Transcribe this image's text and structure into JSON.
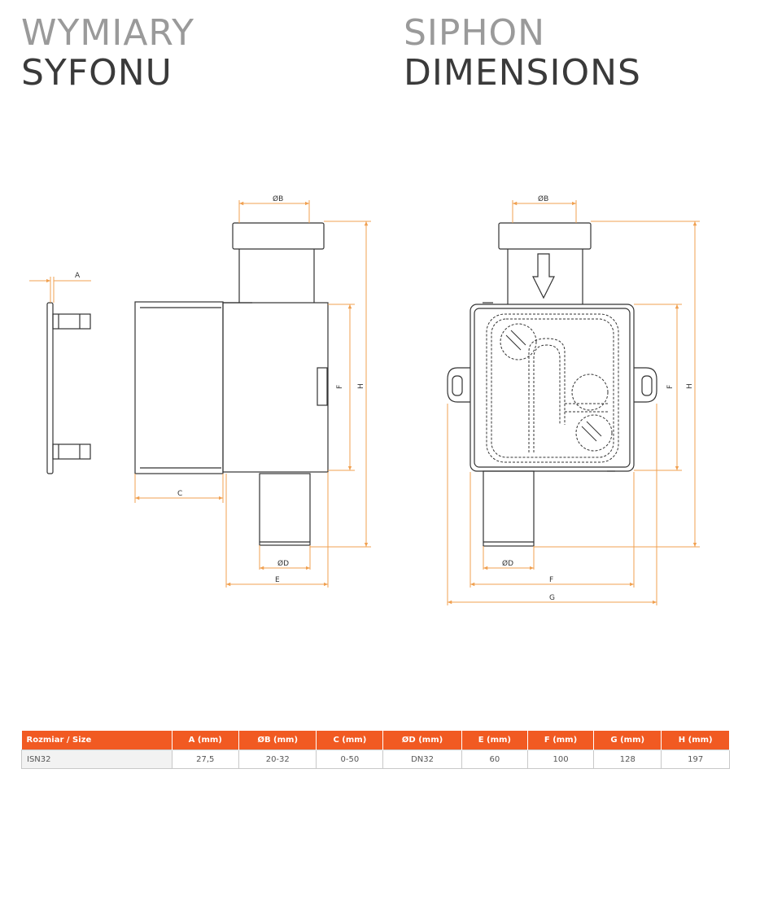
{
  "title_pl": {
    "line1": "WYMIARY",
    "line2": "SYFONU"
  },
  "title_en": {
    "line1": "SIPHON",
    "line2": "DIMENSIONS"
  },
  "drawing": {
    "left_view": {
      "label_A": "A",
      "label_B": "ØB",
      "label_C": "C",
      "label_D": "ØD",
      "label_E": "E",
      "label_F": "F",
      "label_H": "H"
    },
    "right_view": {
      "label_B": "ØB",
      "label_D": "ØD",
      "label_F_side": "F",
      "label_H": "H",
      "label_F_bottom": "F",
      "label_G": "G"
    }
  },
  "table": {
    "headers": [
      "Rozmiar / Size",
      "A (mm)",
      "ØB (mm)",
      "C (mm)",
      "ØD (mm)",
      "E (mm)",
      "F (mm)",
      "G (mm)",
      "H (mm)"
    ],
    "rows": [
      [
        "ISN32",
        "27,5",
        "20-32",
        "0-50",
        "DN32",
        "60",
        "100",
        "128",
        "197"
      ]
    ]
  },
  "colors": {
    "accent": "#f15a22",
    "dim_line": "#f0a050",
    "outline": "#333333"
  }
}
